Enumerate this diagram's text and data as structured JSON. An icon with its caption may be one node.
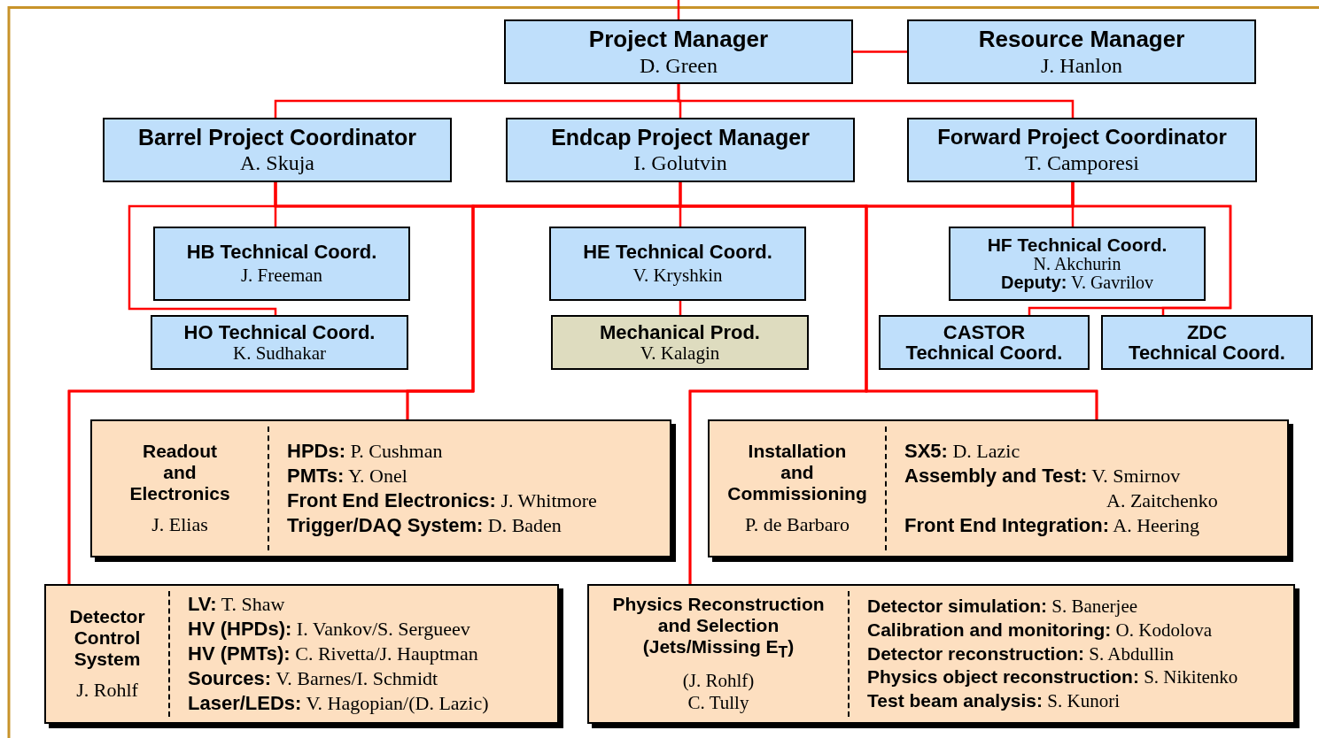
{
  "diagram": {
    "nodes": [
      {
        "text": [
          "Project Manager",
          "D. Green"
        ]
      },
      {
        "text": [
          "Resource Manager",
          "J. Hanlon"
        ]
      },
      {
        "text": [
          "Barrel Project Coordinator",
          "A. Skuja"
        ]
      },
      {
        "text": [
          "Endcap Project Manager",
          "I. Golutvin"
        ]
      },
      {
        "text": [
          "Forward Project Coordinator",
          "T. Camporesi"
        ]
      },
      {
        "text": [
          "HB Technical Coord.",
          "J. Freeman"
        ]
      },
      {
        "text": [
          "HE Technical Coord.",
          "V. Kryshkin"
        ]
      },
      {
        "text": [
          "HF Technical Coord.",
          "N. Akchurin",
          "**Deputy:** V. Gavrilov"
        ]
      },
      {
        "text": [
          "HO Technical Coord.",
          "K. Sudhakar"
        ]
      },
      {
        "text": [
          "Mechanical Prod.",
          "V. Kalagin"
        ]
      },
      {
        "text": [
          "CASTOR Technical Coord."
        ]
      },
      {
        "text": [
          "ZDC Technical Coord."
        ]
      },
      {
        "text": [
          "Readout and Electronics",
          "J. Elias",
          "**HPDs:** P. Cushman",
          "**PMTs:** Y. Onel",
          "**Front End Electronics:** J. Whitmore",
          "**Trigger/DAQ System:** D. Baden"
        ]
      },
      {
        "text": [
          "Installation and Commissioning",
          "P. de Barbaro",
          "**SX5:** D. Lazic",
          "**Assembly and Test:** V. Smirnov",
          "A. Zaitchenko",
          "**Front End Integration:** A. Heering"
        ]
      },
      {
        "text": [
          "Detector Control System",
          "J. Rohlf",
          "**LV:** T. Shaw",
          "**HV (HPDs):** I. Vankov/S. Sergueev",
          "**HV (PMTs):** C. Rivetta/J. Hauptman",
          "**Sources:** V. Barnes/I. Schmidt",
          "**Laser/LEDs:** V. Hagopian/(D. Lazic)"
        ]
      },
      {
        "text": [
          "Physics Reconstruction and Selection (Jets/Missing E$_{T}$)",
          "(J. Rohlf)",
          "C. Tully",
          "**Detector simulation:** S. Banerjee",
          "**Calibration and monitoring:** O. Kodolova",
          "**Detector reconstruction:** S. Abdullin",
          "**Physics object reconstruction:** S. Nikitenko",
          "**Test beam analysis:** S. Kunori"
        ]
      }
    ],
    "edges": [
      {
        "from": null,
        "to": 0,
        "arrow": "none"
      },
      {
        "from": 0,
        "to": 1,
        "arrow": "none"
      },
      {
        "from": 0,
        "to": 2,
        "arrow": "none"
      },
      {
        "from": 0,
        "to": 3,
        "arrow": "none"
      },
      {
        "from": 0,
        "to": 4,
        "arrow": "none"
      },
      {
        "from": 2,
        "to": 5,
        "arrow": "none"
      },
      {
        "from": 2,
        "to": 8,
        "arrow": "none"
      },
      {
        "from": 3,
        "to": 6,
        "arrow": "none"
      },
      {
        "from": 6,
        "to": 9,
        "arrow": "none"
      },
      {
        "from": 4,
        "to": 7,
        "arrow": "none"
      },
      {
        "from": 4,
        "to": 10,
        "arrow": "none"
      },
      {
        "from": 4,
        "to": 11,
        "arrow": "none"
      },
      {
        "from": 2,
        "to": 12,
        "arrow": "none"
      },
      {
        "from": 2,
        "to": 13,
        "arrow": "none"
      },
      {
        "from": 2,
        "to": 14,
        "arrow": "none"
      },
      {
        "from": 2,
        "to": 15,
        "arrow": "none"
      },
      {
        "from": 3,
        "to": 12,
        "arrow": "none"
      },
      {
        "from": 3,
        "to": 13,
        "arrow": "none"
      },
      {
        "from": 3,
        "to": 14,
        "arrow": "none"
      },
      {
        "from": 3,
        "to": 15,
        "arrow": "none"
      },
      {
        "from": 4,
        "to": 12,
        "arrow": "none"
      },
      {
        "from": 4,
        "to": 13,
        "arrow": "none"
      },
      {
        "from": 4,
        "to": 14,
        "arrow": "none"
      },
      {
        "from": 4,
        "to": 15,
        "arrow": "none"
      }
    ]
  }
}
